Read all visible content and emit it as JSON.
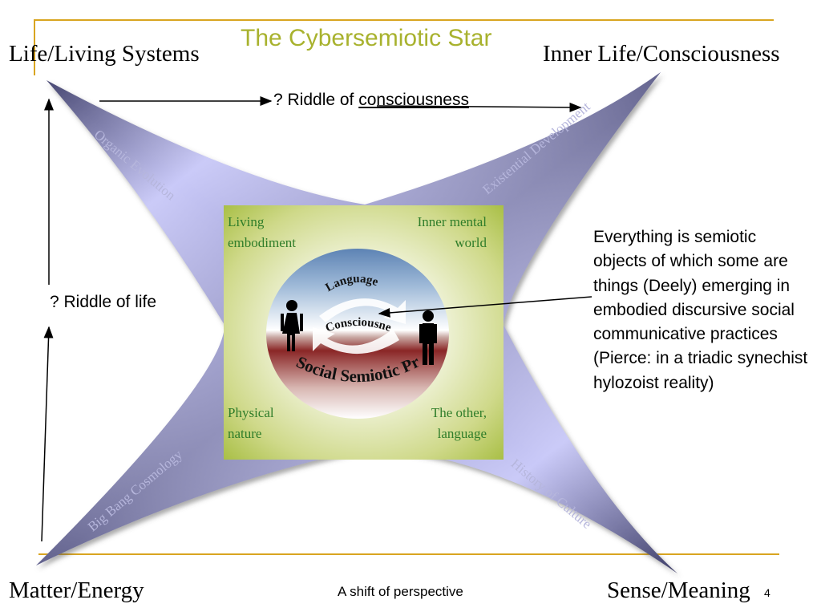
{
  "title": "The Cybersemiotic Star",
  "colors": {
    "title": "#a8b22e",
    "accent_rule": "#d9a520",
    "star_fill": "#8c8cc0",
    "star_highlight": "#d4d4ff",
    "corner_text": "#2f7d2a",
    "arm_label": "#b6b6dc"
  },
  "corners": {
    "top_left": "Life/Living Systems",
    "top_right": "Inner Life/Consciousness",
    "bottom_left": "Matter/Energy",
    "bottom_right": "Sense/Meaning"
  },
  "arms": {
    "top_left": "Organic Evolution",
    "top_right": "Existential Development",
    "bottom_left": "Big Bang Cosmology",
    "bottom_right": "History of Culture"
  },
  "riddles": {
    "consciousness_prefix": "? Riddle of ",
    "consciousness_word": "consciousness",
    "life": "? Riddle of life"
  },
  "center": {
    "top_left": [
      "Living",
      "embodiment"
    ],
    "top_right": [
      "Inner mental",
      "world"
    ],
    "bottom_left": [
      "Physical",
      "nature"
    ],
    "bottom_right": [
      "The other,",
      "language"
    ],
    "circle": {
      "language": "Language",
      "consciousness": "Consciousnes",
      "social": "Social Semiotic Practise"
    }
  },
  "quote": "Everything is semiotic objects of which some are things (Deely) emerging in embodied discursive social communicative practices (Pierce: in a triadic synechist hylozoist reality)",
  "footer": "A shift of perspective",
  "page_number": "4"
}
